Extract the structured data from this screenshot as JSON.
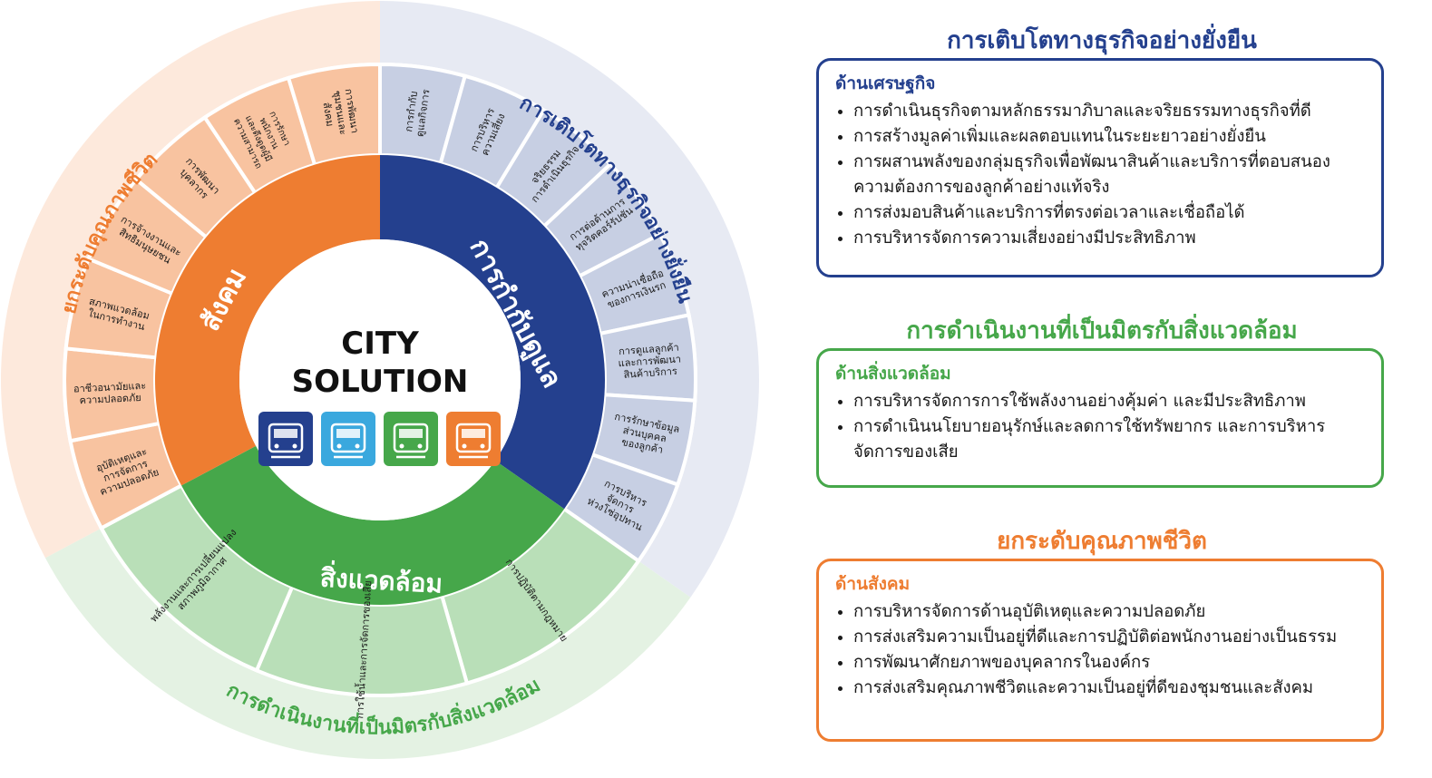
{
  "colors": {
    "governance": "#24408e",
    "governance_light": "#c7cfe3",
    "governance_outer": "#e7eaf3",
    "social": "#ee7d31",
    "social_light": "#f8c3a0",
    "social_outer": "#fde9dc",
    "environment": "#46a74a",
    "environment_light": "#b9dfb8",
    "environment_outer": "#e4f2e3"
  },
  "wheel": {
    "center_line1": "CITY",
    "center_line2": "SOLUTION",
    "icons": [
      {
        "name": "train-people-icon",
        "color": "#24408e"
      },
      {
        "name": "bus-shelter-icon",
        "color": "#3aa8de"
      },
      {
        "name": "city-buildings-icon",
        "color": "#46a74a"
      },
      {
        "name": "people-bin-icon",
        "color": "#ee7d31"
      }
    ],
    "ring_labels": {
      "governance": "การกำกับดูแล",
      "social": "สังคม",
      "environment": "สิ่งแวดล้อม"
    },
    "outer_labels": {
      "governance": "การเติบโตทางธุรกิจอย่างยั่งยืน",
      "social": "ยกระดับคุณภาพชีวิต",
      "environment": "การดำเนินงานที่เป็นมิตรกับสิ่งแวดล้อม"
    },
    "governance_segments": [
      "การกำกับ|ดูแลกิจการ",
      "การบริหาร|ความเสี่ยง",
      "จริยธรรม|การดำเนินธุรกิจ",
      "การต่อต้านการ|ทุจริตคอร์รัปชัน",
      "ความน่าเชื่อถือ|ของการเงินรก",
      "การดูแลลูกค้า|และการพัฒนา|สินค้าบริการ",
      "การรักษาข้อมูล|ส่วนบุคคล|ของลูกค้า",
      "การบริหาร|จัดการ|ห่วงโซ่อุปทาน"
    ],
    "social_segments": [
      "อุบัติเหตุและ|การจัดการ|ความปลอดภัย",
      "อาชีวอนามัยและ|ความปลอดภัย",
      "สภาพแวดล้อม|ในการทำงาน",
      "การจ้างงานและ|สิทธิมนุษยชน",
      "การพัฒนา|บุคลากร",
      "การรักษา|พนักงาน|และดึงดูดผู้มี|ความสามารถ",
      "การพัฒนา|ชุมชนและ|สังคม"
    ],
    "environment_segments": [
      "การปฏิบัติตามกฎหมาย",
      "การใช้น้ำและการจัดการของเสีย",
      "พลังงานและการเปลี่ยนแปลง|สภาพภูมิอากาศ"
    ]
  },
  "panels": [
    {
      "title": "การเติบโตทางธุรกิจอย่างยั่งยืน",
      "subtitle": "ด้านเศรษฐกิจ",
      "items": [
        "การดำเนินธุรกิจตามหลักธรรมาภิบาลและจริยธรรมทางธุรกิจที่ดี",
        "การสร้างมูลค่าเพิ่มและผลตอบแทนในระยะยาวอย่างยั่งยืน",
        "การผสานพลังของกลุ่มธุรกิจเพื่อพัฒนาสินค้าและบริการที่ตอบสนองความต้องการของลูกค้าอย่างแท้จริง",
        "การส่งมอบสินค้าและบริการที่ตรงต่อเวลาและเชื่อถือได้",
        "การบริหารจัดการความเสี่ยงอย่างมีประสิทธิภาพ"
      ]
    },
    {
      "title": "การดำเนินงานที่เป็นมิตรกับสิ่งแวดล้อม",
      "subtitle": "ด้านสิ่งแวดล้อม",
      "items": [
        "การบริหารจัดการการใช้พลังงานอย่างคุ้มค่า และมีประสิทธิภาพ",
        "การดำเนินนโยบายอนุรักษ์และลดการใช้ทรัพยากร และการบริหารจัดการของเสีย"
      ]
    },
    {
      "title": "ยกระดับคุณภาพชีวิต",
      "subtitle": "ด้านสังคม",
      "items": [
        "การบริหารจัดการด้านอุบัติเหตุและความปลอดภัย",
        "การส่งเสริมความเป็นอยู่ที่ดีและการปฏิบัติต่อพนักงานอย่างเป็นธรรม",
        "การพัฒนาศักยภาพของบุคลากรในองค์กร",
        "การส่งเสริมคุณภาพชีวิตและความเป็นอยู่ที่ดีของชุมชนและสังคม"
      ]
    }
  ]
}
